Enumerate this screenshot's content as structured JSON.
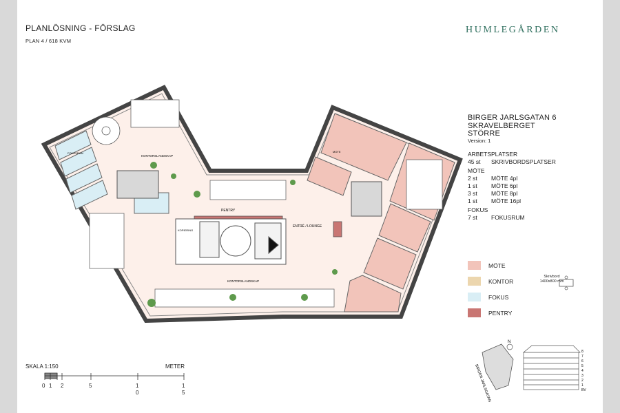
{
  "header": {
    "title": "PLANLÖSNING - FÖRSLAG",
    "subtitle": "PLAN 4 / 618 KVM",
    "brand": "HUMLEGÅRDEN"
  },
  "info": {
    "address_line1": "BIRGER JARLSGATAN 6",
    "address_line2": "SKRAVELBERGET",
    "address_line3": "STÖRRE",
    "version": "Version: 1",
    "sections": [
      {
        "title": "ARBETSPLATSER",
        "rows": [
          {
            "qty": "45 st",
            "label": "SKRIVBORDSPLATSER"
          }
        ]
      },
      {
        "title": "MÖTE",
        "rows": [
          {
            "qty": "2 st",
            "label": "MÖTE 4pl"
          },
          {
            "qty": "1 st",
            "label": "MÖTE 6pl"
          },
          {
            "qty": "3 st",
            "label": "MÖTE 8pl"
          },
          {
            "qty": "1 st",
            "label": "MÖTE 16pl"
          }
        ]
      },
      {
        "title": "FOKUS",
        "rows": [
          {
            "qty": "7 st",
            "label": "FOKUSRUM"
          }
        ]
      }
    ]
  },
  "legend": [
    {
      "label": "MÖTE",
      "color": "#f2c4ba"
    },
    {
      "label": "KONTOR",
      "color": "#ecd6ae"
    },
    {
      "label": "FOKUS",
      "color": "#d9eef5"
    },
    {
      "label": "PENTRY",
      "color": "#c97673"
    }
  ],
  "desk_note": {
    "line1": "Skrivbord",
    "line2": "1400x800 mm"
  },
  "plan_labels": {
    "pentry": "PENTRY",
    "entre": "ENTRÉ / LOUNGE",
    "kontor_upper": "KONTORSLANDSKAP",
    "kontor_lower": "KONTORSLANDSKAP",
    "fokusrum": "FOKUSRUM",
    "mote": "MÖTE",
    "kopiering": "KOPIERING"
  },
  "scale": {
    "label": "SKALA 1:150",
    "unit": "METER",
    "ticks": [
      "0",
      "1",
      "2",
      "5",
      "1",
      "1"
    ],
    "ticks_below": [
      "0",
      "5"
    ]
  },
  "key": {
    "street": "BIRGER JARLSGATAN",
    "north": "N",
    "floors": [
      "8",
      "7",
      "6",
      "5",
      "4",
      "3",
      "2",
      "1",
      "BV"
    ]
  }
}
